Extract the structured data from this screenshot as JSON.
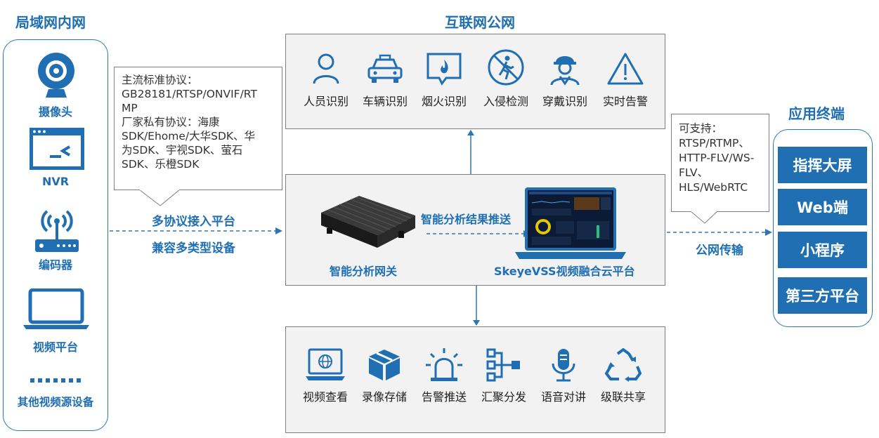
{
  "lan": {
    "title": "局域网内网",
    "devices": [
      {
        "label": "摄像头",
        "icon": "webcam-icon"
      },
      {
        "label": "NVR",
        "icon": "nvr-icon"
      },
      {
        "label": "编码器",
        "icon": "router-icon"
      },
      {
        "label": "视频平台",
        "icon": "laptop-icon"
      },
      {
        "label": "其他视频源设备",
        "icon": "ellipsis-icon"
      }
    ]
  },
  "protocol_note": {
    "line1": "主流标准协议：",
    "line2": "GB28181/RTSP/ONVIF/RT",
    "line3": "MP",
    "line4": "厂家私有协议：海康",
    "line5": "SDK/Ehome/大华SDK、华",
    "line6": "为SDK、宇视SDK、萤石",
    "line7": "SDK、乐橙SDK"
  },
  "access": {
    "line1": "多协议接入平台",
    "line2": "兼容多类型设备"
  },
  "internet": {
    "title": "互联网公网",
    "features": [
      {
        "label": "人员识别",
        "icon": "person-icon"
      },
      {
        "label": "车辆识别",
        "icon": "car-icon"
      },
      {
        "label": "烟火识别",
        "icon": "fire-icon"
      },
      {
        "label": "入侵检测",
        "icon": "no-entry-icon"
      },
      {
        "label": "穿戴识别",
        "icon": "helmet-worker-icon"
      },
      {
        "label": "实时告警",
        "icon": "warning-icon"
      }
    ]
  },
  "center": {
    "gateway_label": "智能分析网关",
    "push_label": "智能分析结果推送",
    "platform_label": "SkeyeVSS视频融合云平台"
  },
  "services": {
    "features": [
      {
        "label": "视频查看",
        "icon": "monitor-globe-icon"
      },
      {
        "label": "录像存储",
        "icon": "box-icon"
      },
      {
        "label": "告警推送",
        "icon": "alarm-light-icon"
      },
      {
        "label": "汇聚分发",
        "icon": "distribution-icon"
      },
      {
        "label": "语音对讲",
        "icon": "microphone-icon"
      },
      {
        "label": "级联共享",
        "icon": "recycle-icon"
      }
    ]
  },
  "support_note": {
    "line1": "可支持：",
    "line2": "RTSP/RTMP、",
    "line3": "HTTP-FLV/WS-",
    "line4": "FLV、",
    "line5": "HLS/WebRTC"
  },
  "public_net_label": "公网传输",
  "terminals": {
    "title": "应用终端",
    "items": [
      "指挥大屏",
      "Web端",
      "小程序",
      "第三方平台"
    ]
  },
  "colors": {
    "accent": "#1f6fb2",
    "panel_bg": "#f2f2f2",
    "border": "#7f7f7f"
  }
}
